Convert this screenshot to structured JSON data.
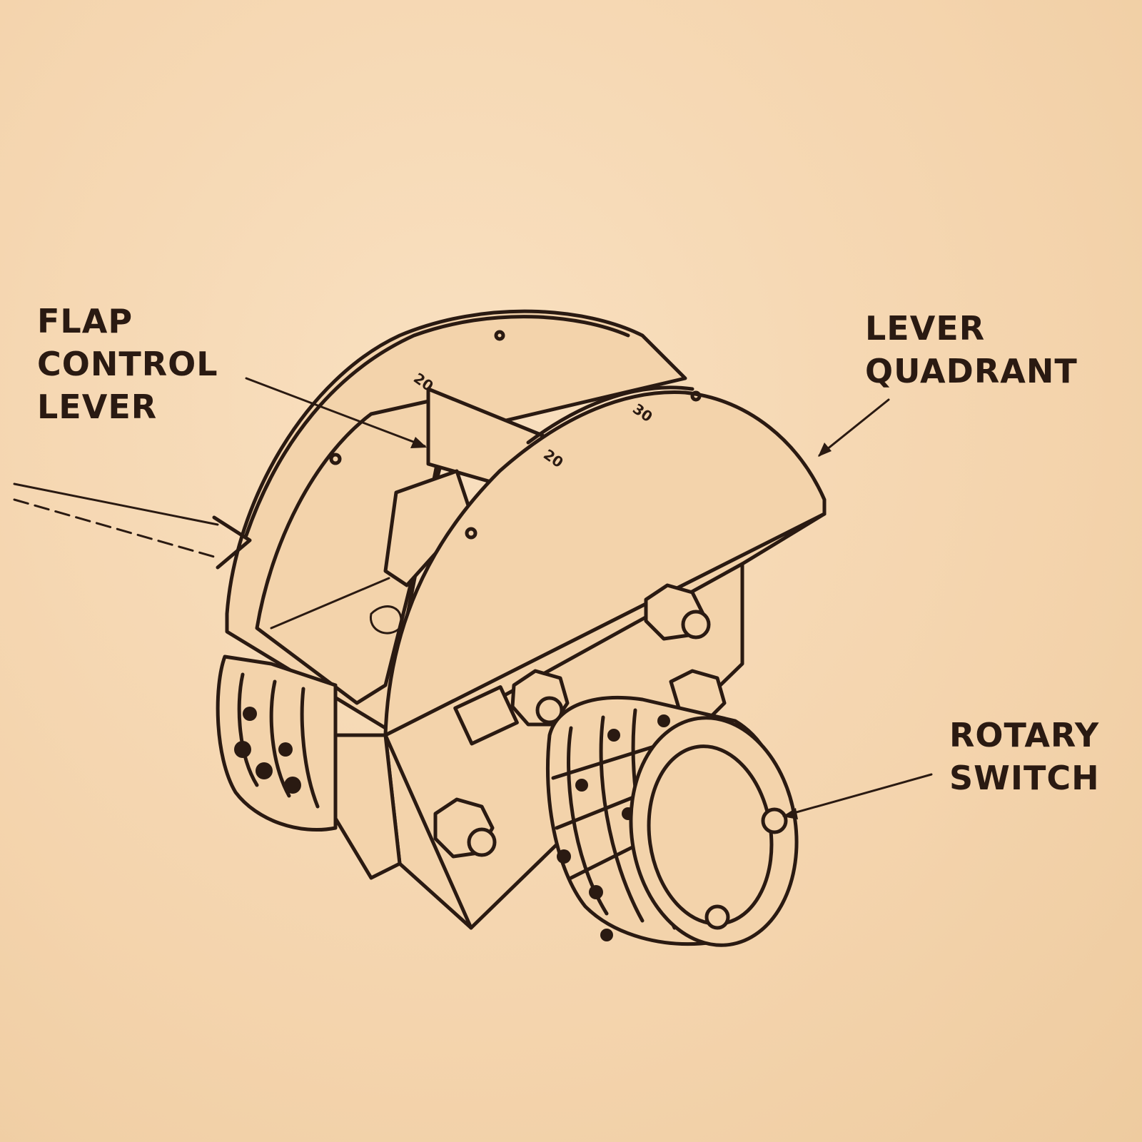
{
  "labels": {
    "flap_control_lever": [
      "FLAP",
      "CONTROL",
      "LEVER"
    ],
    "lever_quadrant": [
      "LEVER",
      "QUADRANT"
    ],
    "rotary_switch": [
      "ROTARY",
      "SWITCH"
    ]
  },
  "quadrant_marks": [
    "20",
    "20",
    "30"
  ],
  "colors": {
    "paper": "#f6d8b4",
    "ink": "#2a1a12"
  }
}
